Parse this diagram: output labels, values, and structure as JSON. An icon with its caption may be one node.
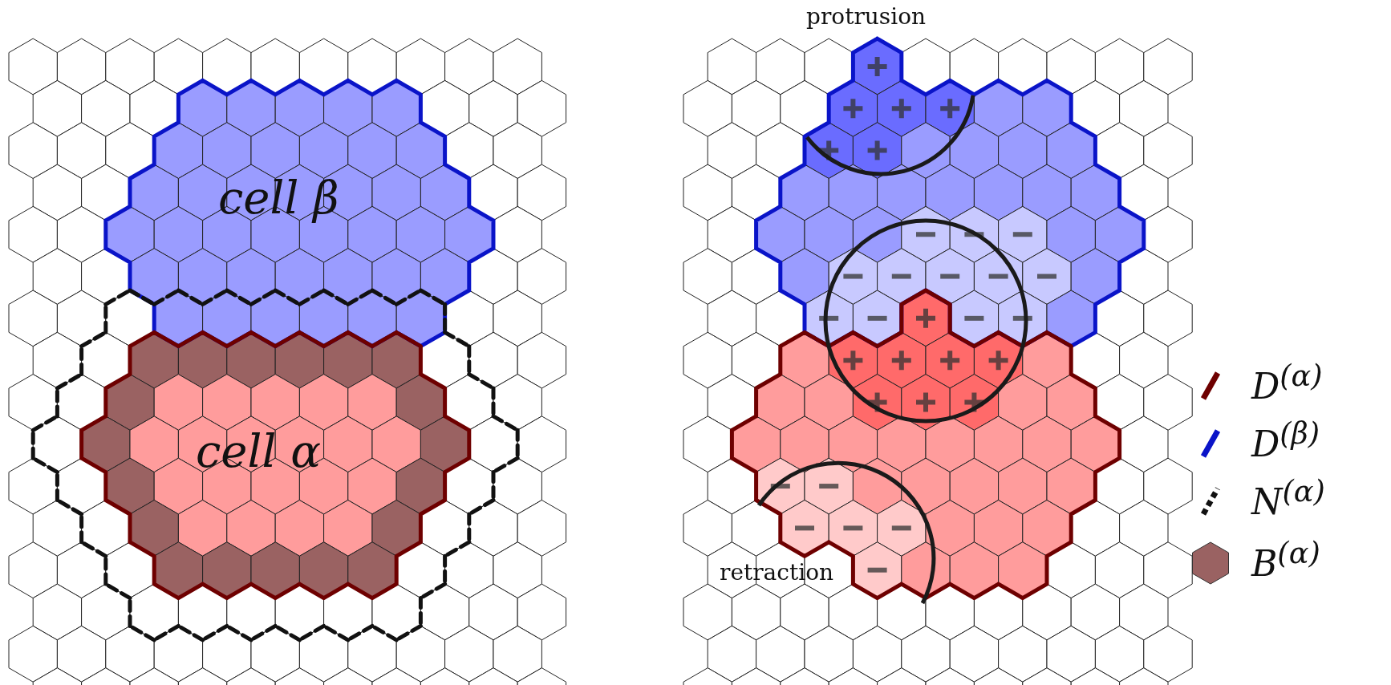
{
  "diagram": {
    "labels": [
      "protrusion",
      "cell β",
      "cell α",
      "retraction"
    ],
    "legend": [
      {
        "text": "D$^{(α)}$"
      },
      {
        "text": "D$^{(β)}$"
      },
      {
        "text": "N$^{(α)}$"
      },
      {
        "text": "B$^{(α)}$",
        "color": "#9a6262"
      }
    ]
  }
}
